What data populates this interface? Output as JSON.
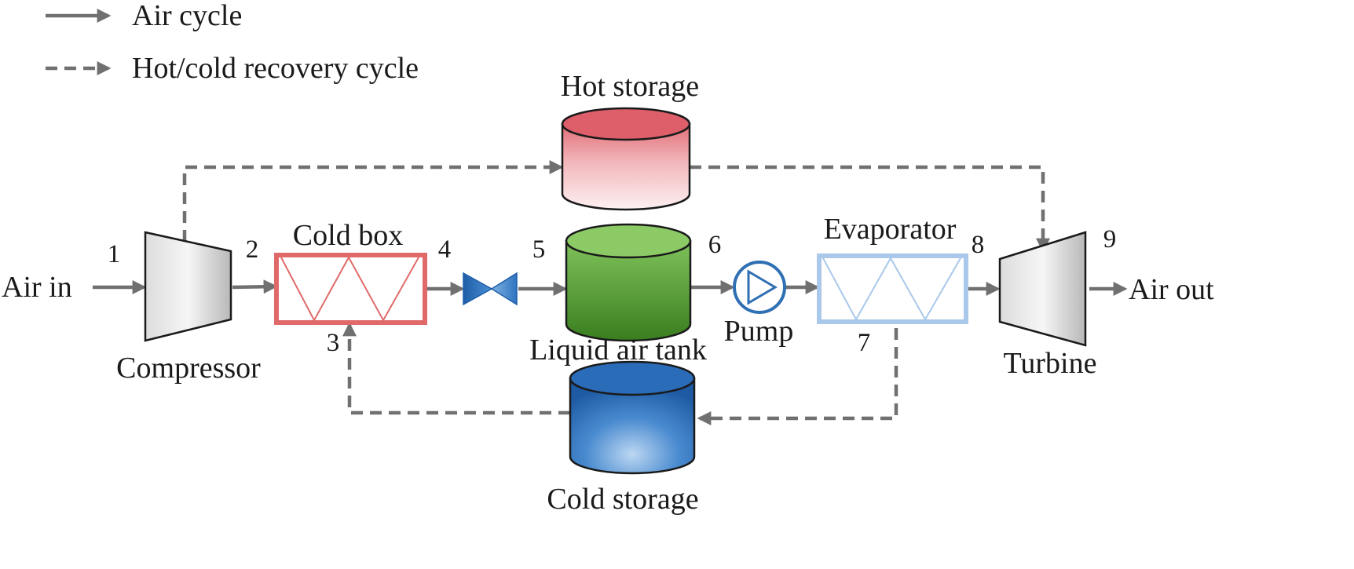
{
  "legend": {
    "solid_label": "Air cycle",
    "dashed_label": "Hot/cold recovery cycle"
  },
  "labels": {
    "air_in": "Air in",
    "air_out": "Air out",
    "compressor": "Compressor",
    "cold_box": "Cold box",
    "hot_storage": "Hot storage",
    "liquid_air_tank": "Liquid air tank",
    "cold_storage": "Cold storage",
    "pump": "Pump",
    "evaporator": "Evaporator",
    "turbine": "Turbine"
  },
  "state_points": [
    "1",
    "2",
    "3",
    "4",
    "5",
    "6",
    "7",
    "8",
    "9"
  ],
  "colors": {
    "flow_line": "#707070",
    "cold_box": "#e06a6a",
    "evaporator": "#a9c8ea",
    "hot_storage": "#e7858d",
    "liquid_air_tank": "#5aa23a",
    "cold_storage": "#2f74c0",
    "valve": "#2a6db5",
    "pump": "#2f6fb3"
  }
}
